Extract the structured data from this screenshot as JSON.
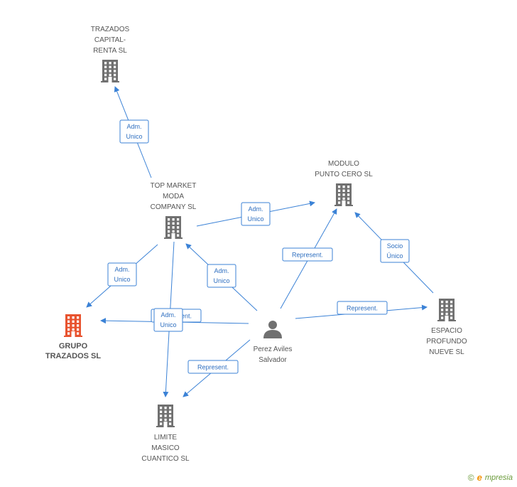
{
  "nodes": [
    {
      "id": "trazados_capital",
      "type": "company",
      "label": [
        "TRAZADOS",
        "CAPITAL-",
        "RENTA SL"
      ]
    },
    {
      "id": "top_market",
      "type": "company",
      "label": [
        "TOP MARKET",
        "MODA",
        "COMPANY SL"
      ]
    },
    {
      "id": "modulo",
      "type": "company",
      "label": [
        "MODULO",
        "PUNTO CERO SL"
      ]
    },
    {
      "id": "grupo",
      "type": "company-main",
      "label": [
        "GRUPO",
        "TRAZADOS SL"
      ]
    },
    {
      "id": "perez",
      "type": "person",
      "label": [
        "Perez Aviles",
        "Salvador"
      ]
    },
    {
      "id": "espacio",
      "type": "company",
      "label": [
        "ESPACIO",
        "PROFUNDO",
        "NUEVE SL"
      ]
    },
    {
      "id": "limite",
      "type": "company",
      "label": [
        "LIMITE",
        "MASICO",
        "CUANTICO SL"
      ]
    }
  ],
  "edges": [
    {
      "from": "top_market",
      "to": "trazados_capital",
      "label": [
        "Adm.",
        "Unico"
      ]
    },
    {
      "from": "top_market",
      "to": "modulo",
      "label": [
        "Adm.",
        "Unico"
      ]
    },
    {
      "from": "top_market",
      "to": "grupo",
      "label": [
        "Adm.",
        "Unico"
      ]
    },
    {
      "from": "perez",
      "to": "top_market",
      "label": [
        "Adm.",
        "Unico"
      ]
    },
    {
      "from": "perez",
      "to": "grupo",
      "label": [
        "Represent."
      ]
    },
    {
      "from": "top_market",
      "to": "limite",
      "label": [
        "Adm.",
        "Unico"
      ]
    },
    {
      "from": "perez",
      "to": "modulo",
      "label": [
        "Represent."
      ]
    },
    {
      "from": "espacio",
      "to": "modulo",
      "label": [
        "Socio",
        "Único"
      ]
    },
    {
      "from": "perez",
      "to": "espacio",
      "label": [
        "Represent."
      ]
    },
    {
      "from": "perez",
      "to": "limite",
      "label": [
        "Represent."
      ]
    }
  ],
  "colors": {
    "edge": "#3b82d6",
    "company": "#707070",
    "main": "#e8532f",
    "person": "#707070"
  },
  "footer": {
    "copyright": "©",
    "brand_initial": "e",
    "brand_rest": "mpresia"
  }
}
